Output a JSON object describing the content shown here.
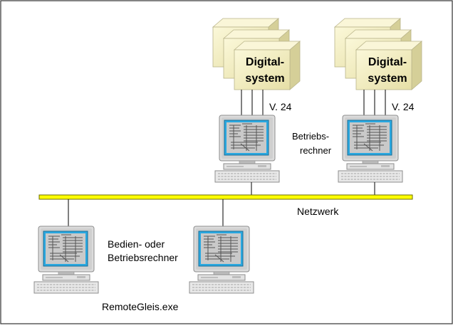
{
  "labels": {
    "digital_system_1_line1": "Digital-",
    "digital_system_1_line2": "system",
    "digital_system_2_line1": "Digital-",
    "digital_system_2_line2": "system",
    "v24_1": "V. 24",
    "v24_2": "V. 24",
    "betriebsrechner_line1": "Betriebs-",
    "betriebsrechner_line2": "rechner",
    "network": "Netzwerk",
    "bedien_line1": "Bedien- oder",
    "bedien_line2": "Betriebsrechner",
    "remote": "RemoteGleis.exe"
  },
  "colors": {
    "network_bus": "#ffff00",
    "box_face": "#f5f0c2",
    "screen": "#2aa8e0"
  }
}
